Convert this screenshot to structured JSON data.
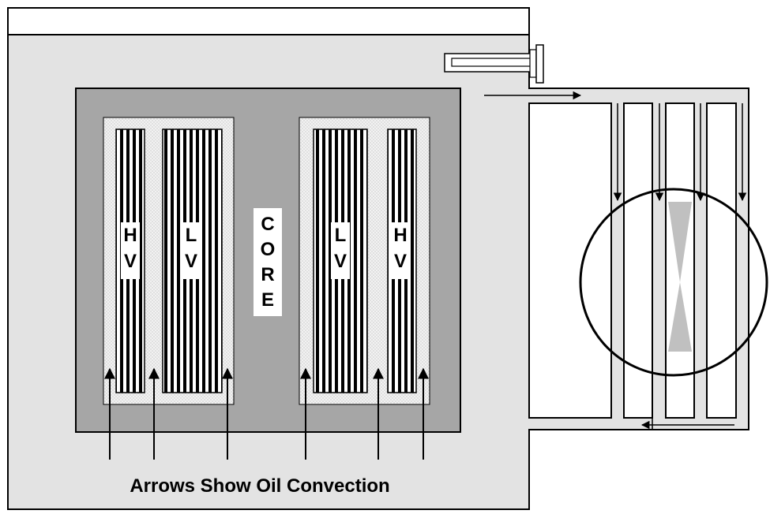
{
  "caption": "Arrows Show Oil Convection",
  "labels": {
    "core": [
      "C",
      "O",
      "R",
      "E"
    ],
    "left_hv": [
      "H",
      "V"
    ],
    "left_lv": [
      "L",
      "V"
    ],
    "right_lv": [
      "L",
      "V"
    ],
    "right_hv": [
      "H",
      "V"
    ]
  },
  "colors": {
    "tank_fill": "#e3e3e3",
    "core_fill": "#a6a6a6",
    "insulation_fill": "#f2f2f2",
    "outline": "#000000",
    "fan_blade": "#c0c0c0"
  }
}
